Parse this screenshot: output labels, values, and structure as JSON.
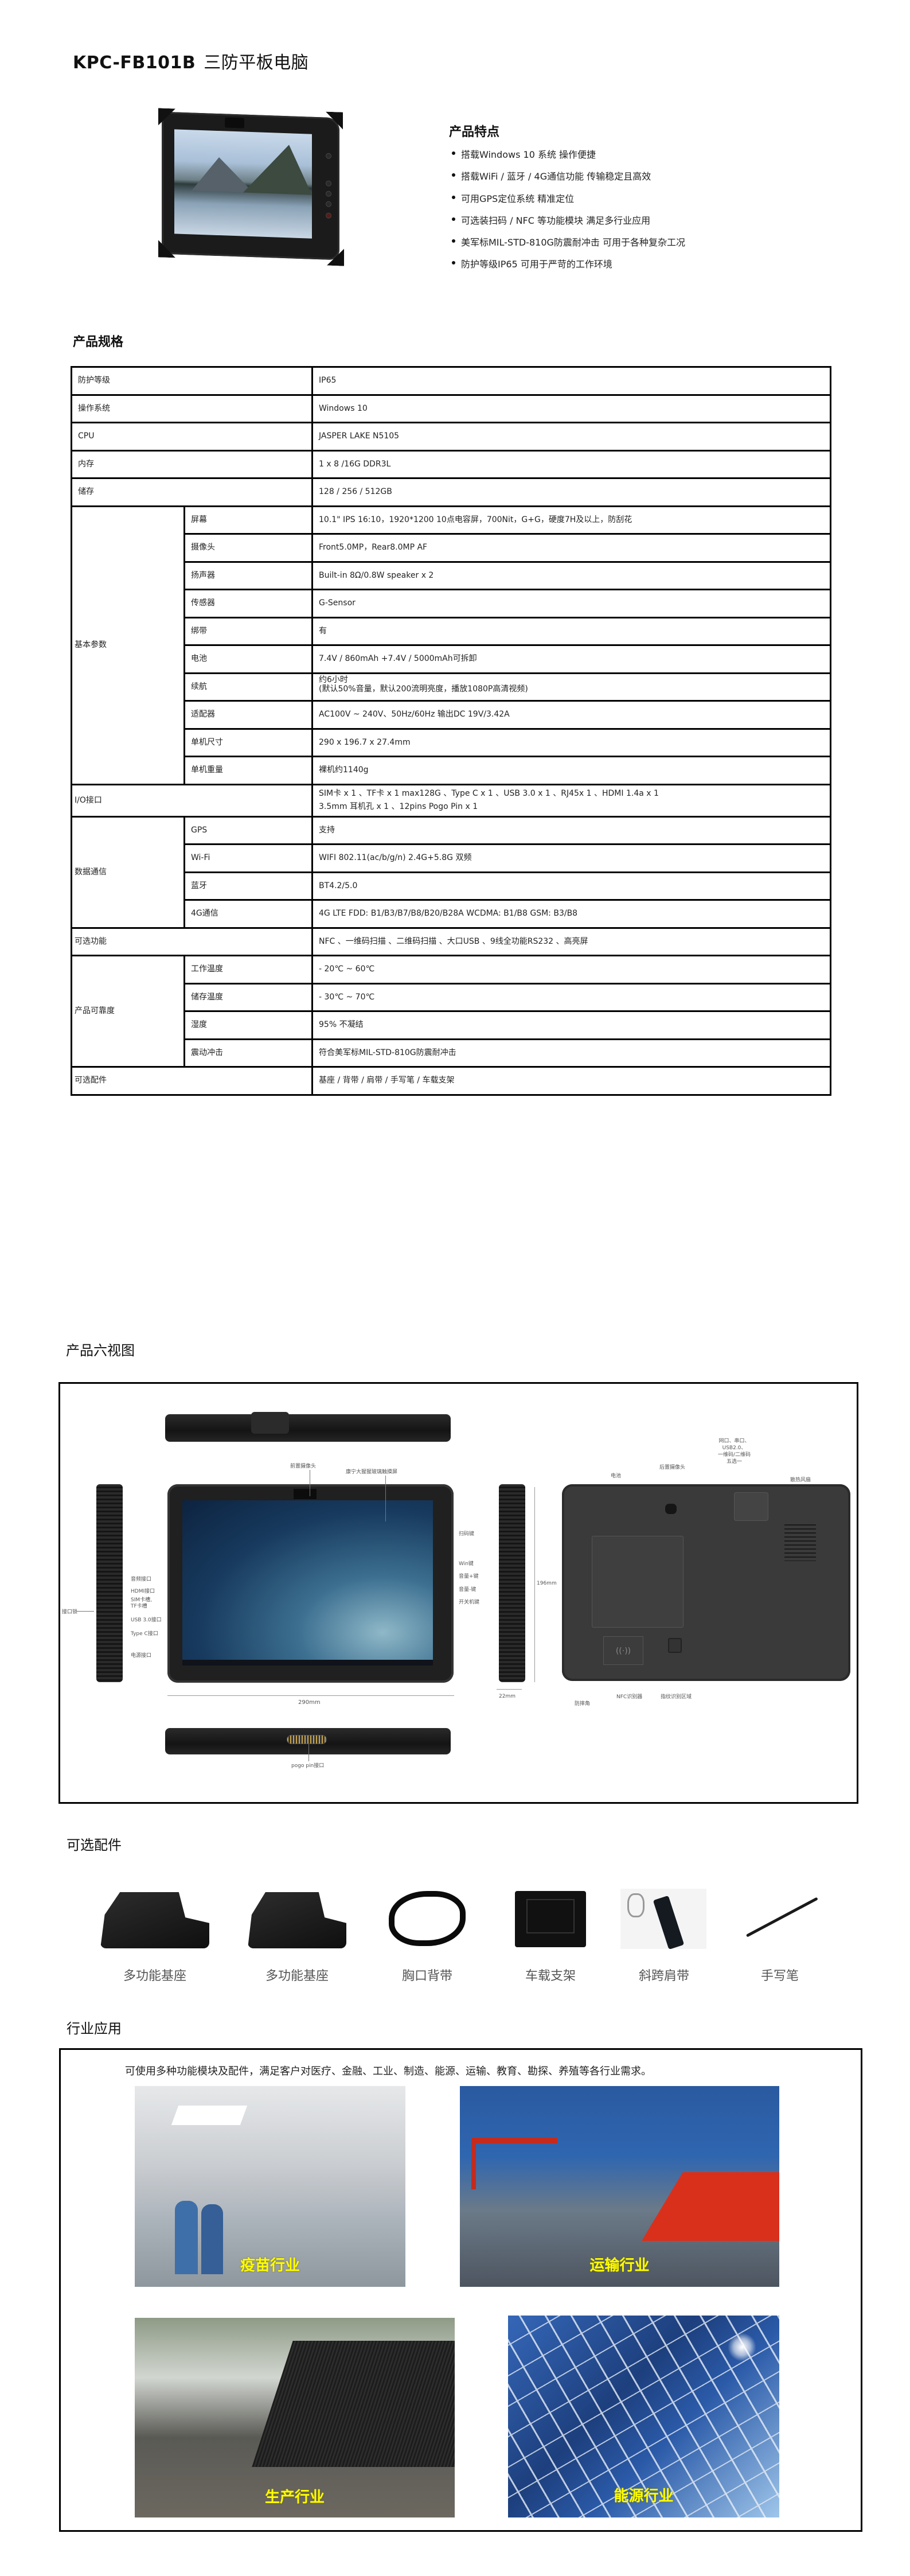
{
  "page": {
    "title_model": "KPC-FB101B",
    "title_name": "三防平板电脑"
  },
  "features": {
    "heading": "产品特点",
    "items": [
      "搭载Windows 10 系统 操作便捷",
      "搭载WiFi / 蓝牙 / 4G通信功能 传输稳定且高效",
      "可用GPS定位系统 精准定位",
      "可选装扫码 / NFC 等功能模块 满足多行业应用",
      "美军标MIL-STD-810G防震耐冲击 可用于各种复杂工况",
      "防护等级IP65 可用于严苛的工作环境"
    ]
  },
  "specs": {
    "heading": "产品规格",
    "simple_rows": [
      {
        "label": "防护等级",
        "value": "IP65"
      },
      {
        "label": "操作系统",
        "value": "Windows 10"
      },
      {
        "label": "CPU",
        "value": "JASPER LAKE N5105"
      },
      {
        "label": "内存",
        "value": "1 x 8 /16G DDR3L"
      },
      {
        "label": "储存",
        "value": "128 / 256 / 512GB"
      }
    ],
    "basic": {
      "group": "基本参数",
      "rows": [
        {
          "label": "屏幕",
          "value": "10.1\" IPS 16:10，1920*1200 10点电容屏，700Nit，G+G，硬度7H及以上，防刮花"
        },
        {
          "label": "摄像头",
          "value": "Front5.0MP，Rear8.0MP AF"
        },
        {
          "label": "扬声器",
          "value": "Built-in 8Ω/0.8W speaker x 2"
        },
        {
          "label": "传感器",
          "value": "G-Sensor"
        },
        {
          "label": "绑带",
          "value": "有"
        },
        {
          "label": "电池",
          "value": "7.4V / 860mAh +7.4V / 5000mAh可拆卸"
        },
        {
          "label": "续航",
          "value_line1": "约6小时",
          "value_line2": "(默认50%音量，默认200流明亮度，播放1080P高清视频)"
        },
        {
          "label": "适配器",
          "value": "AC100V ~ 240V、50Hz/60Hz 输出DC 19V/3.42A"
        },
        {
          "label": "单机尺寸",
          "value": "290 x 196.7 x 27.4mm"
        },
        {
          "label": "单机重量",
          "value": "裸机约1140g"
        }
      ]
    },
    "io": {
      "label": "I/O接口",
      "line1": "SIM卡 x 1 、TF卡 x 1 max128G 、Type C x 1 、USB 3.0 x 1 、RJ45x 1 、HDMI 1.4a x 1",
      "line2": "3.5mm 耳机孔 x 1 、12pins Pogo Pin x 1"
    },
    "comm": {
      "group": "数据通信",
      "rows": [
        {
          "label": "GPS",
          "value": "支持"
        },
        {
          "label": "Wi-Fi",
          "value": "WIFI 802.11(ac/b/g/n)  2.4G+5.8G 双频"
        },
        {
          "label": "蓝牙",
          "value": "BT4.2/5.0"
        },
        {
          "label": "4G通信",
          "value": "4G  LTE FDD: B1/B3/B7/B8/B20/B28A   WCDMA: B1/B8   GSM: B3/B8"
        }
      ]
    },
    "optional_functions": {
      "label": "可选功能",
      "value": "NFC 、一维码扫描 、二维码扫描 、大口USB 、9线全功能RS232 、高亮屏"
    },
    "reliability": {
      "group": "产品可靠度",
      "rows": [
        {
          "label": "工作温度",
          "value": "- 20℃ ~ 60℃"
        },
        {
          "label": "储存温度",
          "value": "- 30℃ ~ 70℃"
        },
        {
          "label": "湿度",
          "value": "95% 不凝结"
        },
        {
          "label": "震动冲击",
          "value": "符合美军标MIL-STD-810G防震耐冲击"
        }
      ]
    },
    "optional_accessories": {
      "label": "可选配件",
      "value": "基座 / 背带 / 肩带  / 手写笔 / 车载支架"
    }
  },
  "six_views": {
    "heading": "产品六视图",
    "callouts": {
      "front_camera": "前置摄像头",
      "gorilla_glass": "康宁大猩猩玻璃触摸屏",
      "scan_key": "扫码键",
      "win_key": "Win键",
      "vol_up": "音量+键",
      "vol_down": "音量-键",
      "power_key": "开关机键",
      "audio_port": "音频接口",
      "hdmi_port": "HDMI接口",
      "sim_tf_1": "SIM卡槽,",
      "sim_tf_2": "TF卡槽",
      "usb_port": "USB 3.0接口",
      "typec_port": "Type C接口",
      "power_port": "电源接口",
      "port_lock": "接口锁",
      "width_dim": "290mm",
      "height_dim": "196mm",
      "depth_dim": "22mm",
      "battery": "电池",
      "rear_camera": "后置摄像头",
      "expansion_1": "网口、串口、",
      "expansion_2": "USB2.0、",
      "expansion_3": "一维码/二维码",
      "expansion_4": "五选一",
      "cooling_fan": "散热风扇",
      "drop_corner": "防摔角",
      "nfc_reader": "NFC识别器",
      "fingerprint": "指纹识别区域",
      "pogo_pin": "pogo pin接口"
    }
  },
  "accessories": {
    "heading": "可选配件",
    "items": [
      {
        "label": "多功能基座",
        "icon": "dock-icon"
      },
      {
        "label": "多功能基座",
        "icon": "dock-icon"
      },
      {
        "label": "胸口背带",
        "icon": "chest-strap-icon"
      },
      {
        "label": "车载支架",
        "icon": "car-mount-icon"
      },
      {
        "label": "斜跨肩带",
        "icon": "shoulder-strap-icon"
      },
      {
        "label": "手写笔",
        "icon": "stylus-icon"
      }
    ]
  },
  "industry": {
    "heading": "行业应用",
    "description": "可使用多种功能模块及配件，满足客户对医疗、金融、工业、制造、能源、运输、教育、勘探、养殖等各行业需求。",
    "label_color": "#ffff00",
    "items": [
      {
        "label": "疫苗行业"
      },
      {
        "label": "运输行业"
      },
      {
        "label": "生产行业"
      },
      {
        "label": "能源行业"
      }
    ]
  }
}
